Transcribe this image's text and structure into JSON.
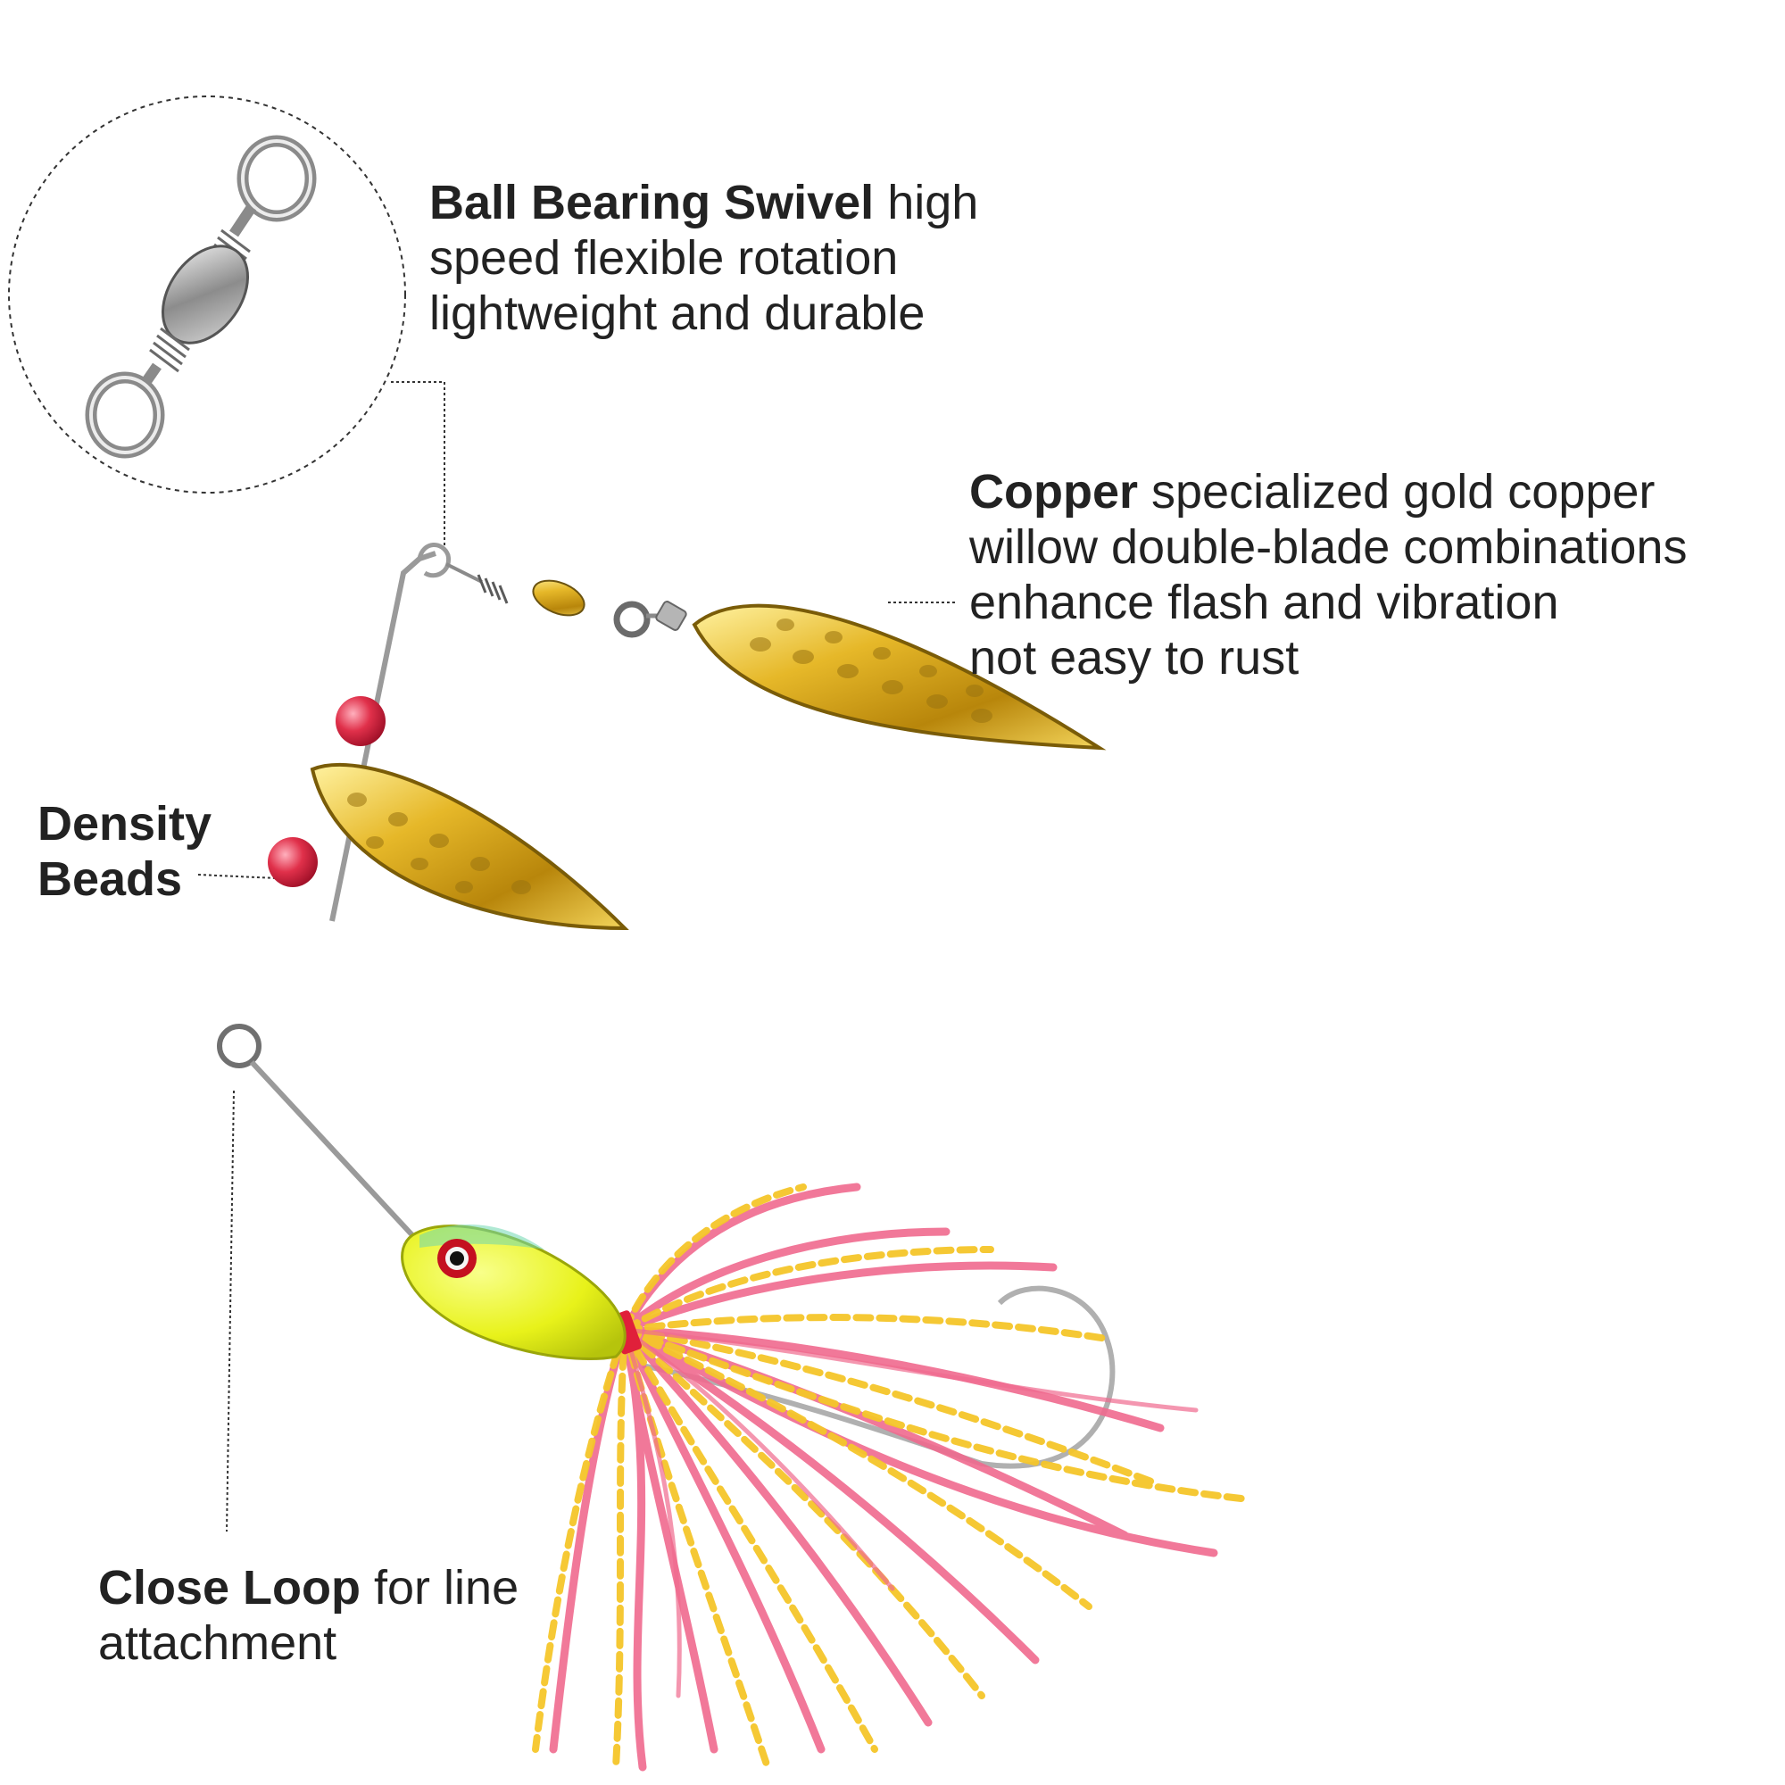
{
  "annotations": {
    "swivel": {
      "bold": "Ball Bearing Swivel",
      "line1_rest": "high",
      "line2": "speed flexible rotation",
      "line3": "lightweight and durable"
    },
    "copper": {
      "bold": "Copper",
      "line1_rest": "specialized gold copper",
      "line2": "willow double-blade combinations",
      "line3": "enhance flash and vibration",
      "line4": "not easy to rust"
    },
    "beads": {
      "line1": "Density",
      "line2": "Beads"
    },
    "loop": {
      "bold": "Close Loop",
      "line1_rest": "for line",
      "line2": "attachment"
    }
  },
  "colors": {
    "blade_gold": "#d4a21a",
    "bead_red": "#e0304a",
    "head_yellow": "#e8f21a",
    "skirt_pink": "#f06a8e",
    "skirt_yellow": "#f5c62a",
    "wire_silver": "#9a9a9a",
    "leader_line": "#333333"
  }
}
